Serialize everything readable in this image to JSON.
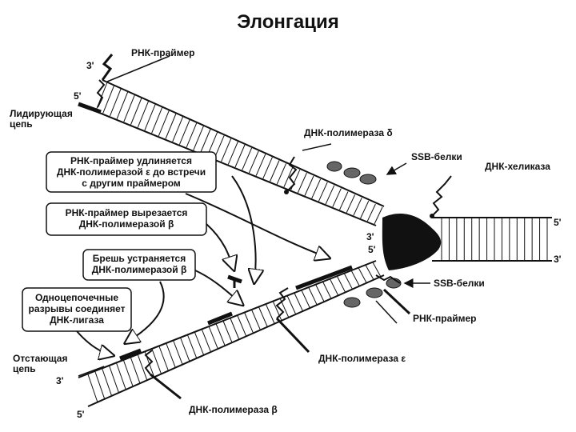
{
  "title": "Элонгация",
  "labels": {
    "rna_primer_top": "РНК-праймер",
    "three_prime_top": "3'",
    "five_prime_top": "5'",
    "leading_strand": "Лидирующая\nцепь",
    "dna_pol_delta": "ДНК-полимераза δ",
    "ssb_top": "SSB-белки",
    "helicase": "ДНК-хеликаза",
    "three_prime_right_top": "5'",
    "three_prime_right_bottom": "3'",
    "three_prime_fork": "3'",
    "five_prime_fork": "5'",
    "ssb_bottom": "SSB-белки",
    "rna_primer_bottom": "РНК-праймер",
    "dna_pol_epsilon": "ДНК-полимераза ε",
    "lagging_strand": "Отстающая\nцепь",
    "three_prime_left": "3'",
    "five_prime_left": "5'",
    "dna_pol_beta": "ДНК-полимераза β"
  },
  "boxes": {
    "box1": "РНК-праймер удлиняется\nДНК-полимеразой ε до встречи\nс другим праймером",
    "box2": "РНК-праймер вырезается\nДНК-полимеразой β",
    "box3": "Брешь устраняется\nДНК-полимеразой β",
    "box4": "Одноцепочечные\nразрывы соединяет\nДНК-лигаза"
  }
}
